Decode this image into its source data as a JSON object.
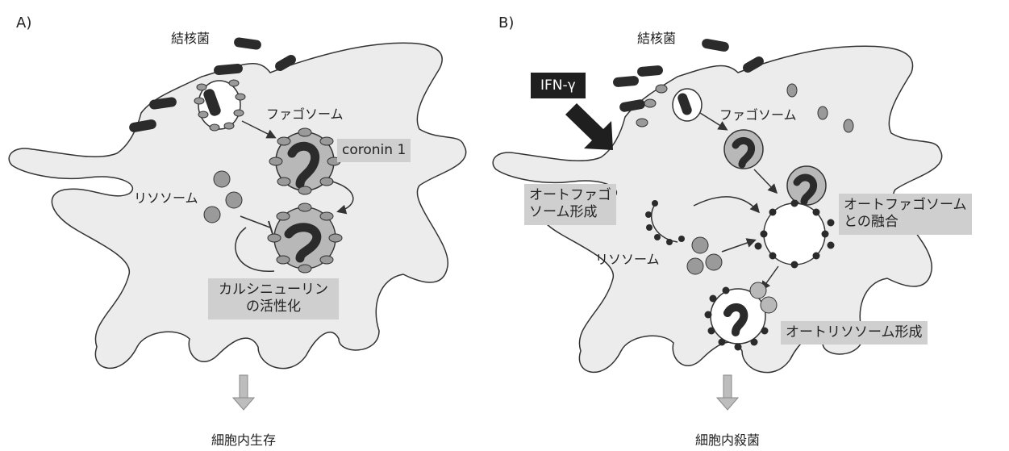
{
  "panel_a": {
    "tag": "A)",
    "bacteria_label": "結核菌",
    "phagosome_label": "ファゴソーム",
    "coronin_label": "coronin 1",
    "lysosome_label": "リソソーム",
    "calcineurin_label_line1": "カルシニューリン",
    "calcineurin_label_line2": "の活性化",
    "outcome": "細胞内生存"
  },
  "panel_b": {
    "tag": "B)",
    "bacteria_label": "結核菌",
    "ifn_label": "IFN-γ",
    "phagosome_label": "ファゴソーム",
    "autophagosome_form_line1": "オートファゴ",
    "autophagosome_form_line2": "ソーム形成",
    "lysosome_label": "リソソーム",
    "fusion_line1": "オートファゴソーム",
    "fusion_line2": "との融合",
    "autolysosome_label": "オートリソソーム形成",
    "outcome": "細胞内殺菌"
  },
  "colors": {
    "cell_fill": "#ececec",
    "label_box": "#cfcfcf",
    "ifn_box": "#1f1f1f",
    "vesicle": "#9a9a9a",
    "bacterium": "#2b2b2b"
  }
}
